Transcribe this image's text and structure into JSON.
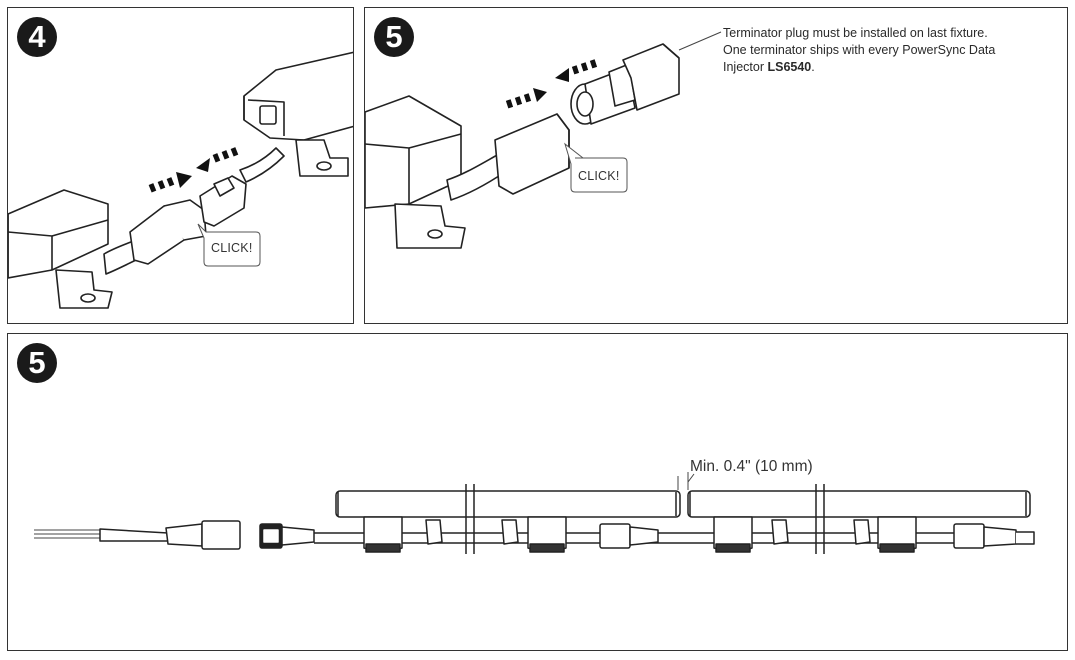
{
  "panels": {
    "p1": {
      "step": "4",
      "click_label": "CLICK!"
    },
    "p2": {
      "step": "5",
      "click_label": "CLICK!",
      "note_line1": "Terminator plug must be installed on last fixture.",
      "note_line2": "One terminator ships with every PowerSync Data",
      "note_line3_prefix": "Injector ",
      "note_part_number": "LS6540",
      "note_line3_suffix": "."
    },
    "p3": {
      "step": "5",
      "min_gap_label": "Min. 0.4\" (10 mm)"
    }
  }
}
